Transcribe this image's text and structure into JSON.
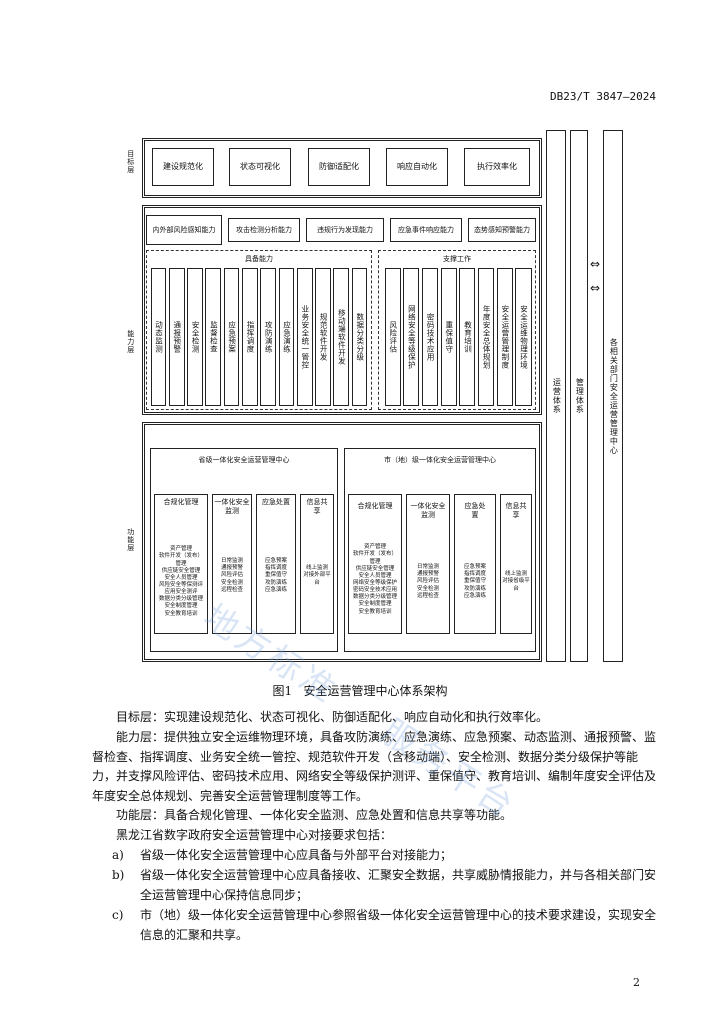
{
  "header": {
    "doc_code": "DB23/T 3847—2024"
  },
  "figure": {
    "caption": "图1   安全运营管理中心体系架构",
    "layers": {
      "goal": "目标层",
      "capability": "能力层",
      "function": "功能层"
    },
    "goal_items": [
      "建设规范化",
      "状态可视化",
      "防御适配化",
      "响应自动化",
      "执行效率化"
    ],
    "capability_top": [
      "内外部风险感知能力",
      "攻击检测分析能力",
      "违规行为发现能力",
      "应急事件响应能力",
      "态势感知预警能力"
    ],
    "core_title": "具备能力",
    "core_items": [
      "动态监测",
      "通报预警",
      "安全检测",
      "监督检查",
      "应急预案",
      "指挥调度",
      "攻防演练",
      "应急演练",
      "业务安全统一管控",
      "规范软件开发",
      "移动端软件开发",
      "数据分类分级"
    ],
    "support_title": "支撑工作",
    "support_items": [
      "风险评估",
      "网络安全等级保护",
      "密码技术应用",
      "重保值守",
      "教育培训",
      "年度安全总体规划",
      "安全运营管理制度",
      "安全运维物理环境"
    ],
    "right_cols": {
      "ops": "运营体系",
      "mgmt": "管理体系",
      "dept": "各相关部门安全运营管理中心"
    },
    "province": {
      "title": "省级一体化安全运营管理中心",
      "compliance_title": "合规化管理",
      "compliance_text": "资产管理\n软件开发（发布）\n管理\n供应链安全管理\n安全人员管理\n风险安全等保测评\n应用安全测评\n数据分类分级管理\n安全制度管理\n安全教育培训",
      "monitor_title": "一体化安全监测",
      "monitor_text": "日常监测\n通报预警\n风险评估\n安全检测\n远程检查",
      "response_title": "应急处置",
      "response_text": "应急预案\n指挥调度\n重保值守\n攻防演练\n应急演练",
      "share_title": "信息共享",
      "share_text": "线上监测\n对接外部平台"
    },
    "city": {
      "title": "市（地）级一体化安全运营管理中心",
      "compliance_title": "合规化管理",
      "compliance_text": "资产管理\n软件开发（发布）\n管理\n供应链安全管理\n安全人员管理\n网络安全等级保护\n密码安全技术应用\n数据分类分级管理\n安全制度管理\n安全教育培训",
      "monitor_title": "一体化安全监测",
      "monitor_text": "日常监测\n通报预警\n风险评估\n安全检测\n远程检查",
      "response_title": "应急处置",
      "response_text": "应急预案\n指挥调度\n重保值守\n攻防演练\n应急演练",
      "share_title": "信息共享",
      "share_text": "线上监测\n对接省级平台"
    }
  },
  "body": {
    "p1": "目标层：实现建设规范化、状态可视化、防御适配化、响应自动化和执行效率化。",
    "p2": "能力层：提供独立安全运维物理环境，具备攻防演练、应急演练、应急预案、动态监测、通报预警、监督检查、指挥调度、业务安全统一管控、规范软件开发（含移动端）、安全检测、数据分类分级保护等能力，并支撑风险评估、密码技术应用、网络安全等级保护测评、重保值守、教育培训、编制年度安全评估及年度安全总体规划、完善安全运营管理制度等工作。",
    "p3": "功能层：具备合规化管理、一体化安全监测、应急处置和信息共享等功能。",
    "p4": "黑龙江省数字政府安全运营管理中心对接要求包括：",
    "items": [
      {
        "label": "a)",
        "text": "省级一体化安全运营管理中心应具备与外部平台对接能力；"
      },
      {
        "label": "b)",
        "text": "省级一体化安全运营管理中心应具备接收、汇聚安全数据，共享威胁情报能力，并与各相关部门安全运营管理中心保持信息同步；"
      },
      {
        "label": "c)",
        "text": "市（地）级一体化安全运营管理中心参照省级一体化安全运营管理中心的技术要求建设，实现安全信息的汇聚和共享。"
      }
    ]
  },
  "footer": {
    "page_number": "2"
  },
  "watermark": {
    "text_a": "地方标准",
    "text_b": "服务平台"
  }
}
